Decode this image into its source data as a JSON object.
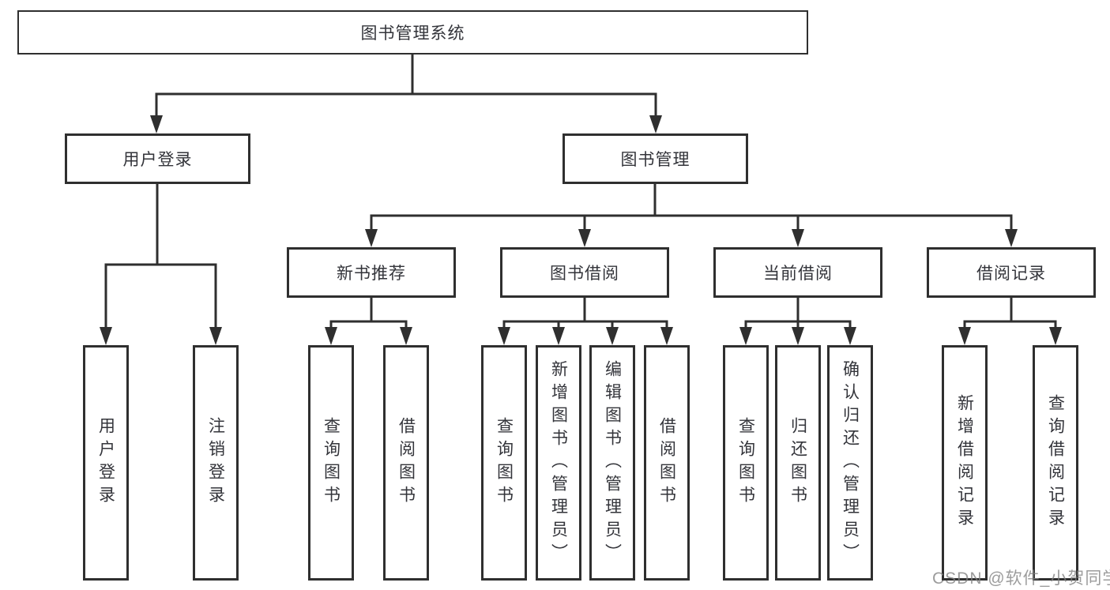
{
  "diagram": {
    "root": {
      "label": "图书管理系统",
      "children": [
        {
          "label": "用户登录",
          "children": [
            {
              "label": "用户登录"
            },
            {
              "label": "注销登录"
            }
          ]
        },
        {
          "label": "图书管理",
          "children": [
            {
              "label": "新书推荐",
              "children": [
                {
                  "label": "查询图书"
                },
                {
                  "label": "借阅图书"
                }
              ]
            },
            {
              "label": "图书借阅",
              "children": [
                {
                  "label": "查询图书"
                },
                {
                  "label": "新增图书（管理员）"
                },
                {
                  "label": "编辑图书（管理员）"
                },
                {
                  "label": "借阅图书"
                }
              ]
            },
            {
              "label": "当前借阅",
              "children": [
                {
                  "label": "查询图书"
                },
                {
                  "label": "归还图书"
                },
                {
                  "label": "确认归还（管理员）"
                }
              ]
            },
            {
              "label": "借阅记录",
              "children": [
                {
                  "label": "新增借阅记录"
                },
                {
                  "label": "查询借阅记录"
                }
              ]
            }
          ]
        }
      ]
    },
    "line_color": "#2f2f2f"
  },
  "watermark": {
    "text": "CSDN @软件_小贺同学"
  }
}
